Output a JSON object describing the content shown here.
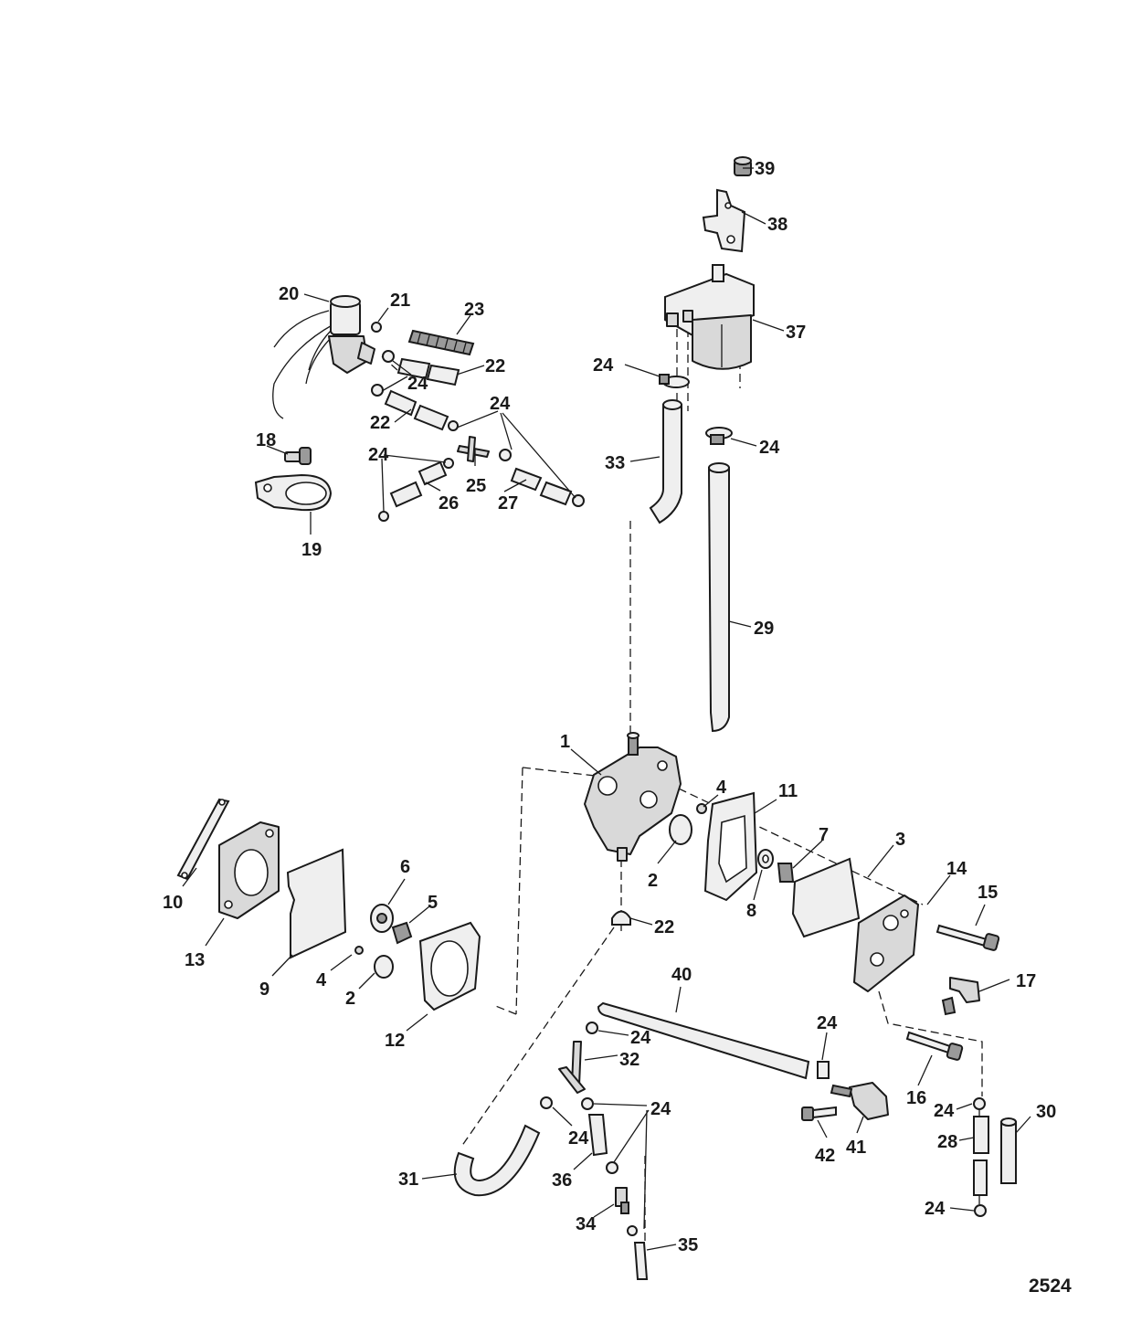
{
  "figure_number": "2524",
  "callouts": [
    {
      "id": "c39",
      "text": "39"
    },
    {
      "id": "c38",
      "text": "38"
    },
    {
      "id": "c37",
      "text": "37"
    },
    {
      "id": "c24a",
      "text": "24"
    },
    {
      "id": "c24b",
      "text": "24"
    },
    {
      "id": "c33",
      "text": "33"
    },
    {
      "id": "c29",
      "text": "29"
    },
    {
      "id": "c20",
      "text": "20"
    },
    {
      "id": "c21",
      "text": "21"
    },
    {
      "id": "c23",
      "text": "23"
    },
    {
      "id": "c22a",
      "text": "22"
    },
    {
      "id": "c24c",
      "text": "24"
    },
    {
      "id": "c22b",
      "text": "22"
    },
    {
      "id": "c24d",
      "text": "24"
    },
    {
      "id": "c18",
      "text": "18"
    },
    {
      "id": "c24e",
      "text": "24"
    },
    {
      "id": "c25",
      "text": "25"
    },
    {
      "id": "c26",
      "text": "26"
    },
    {
      "id": "c27",
      "text": "27"
    },
    {
      "id": "c19",
      "text": "19"
    },
    {
      "id": "c1",
      "text": "1"
    },
    {
      "id": "c4a",
      "text": "4"
    },
    {
      "id": "c11",
      "text": "11"
    },
    {
      "id": "c7",
      "text": "7"
    },
    {
      "id": "c3",
      "text": "3"
    },
    {
      "id": "c2a",
      "text": "2"
    },
    {
      "id": "c8",
      "text": "8"
    },
    {
      "id": "c14",
      "text": "14"
    },
    {
      "id": "c15",
      "text": "15"
    },
    {
      "id": "c10",
      "text": "10"
    },
    {
      "id": "c6",
      "text": "6"
    },
    {
      "id": "c5",
      "text": "5"
    },
    {
      "id": "c13",
      "text": "13"
    },
    {
      "id": "c9",
      "text": "9"
    },
    {
      "id": "c4b",
      "text": "4"
    },
    {
      "id": "c2b",
      "text": "2"
    },
    {
      "id": "c22c",
      "text": "22"
    },
    {
      "id": "c12",
      "text": "12"
    },
    {
      "id": "c17",
      "text": "17"
    },
    {
      "id": "c40",
      "text": "40"
    },
    {
      "id": "c24f",
      "text": "24"
    },
    {
      "id": "c24g",
      "text": "24"
    },
    {
      "id": "c32",
      "text": "32"
    },
    {
      "id": "c16",
      "text": "16"
    },
    {
      "id": "c24h",
      "text": "24"
    },
    {
      "id": "c30",
      "text": "30"
    },
    {
      "id": "c24i",
      "text": "24"
    },
    {
      "id": "c24j",
      "text": "24"
    },
    {
      "id": "c42",
      "text": "42"
    },
    {
      "id": "c41",
      "text": "41"
    },
    {
      "id": "c28",
      "text": "28"
    },
    {
      "id": "c31",
      "text": "31"
    },
    {
      "id": "c36",
      "text": "36"
    },
    {
      "id": "c24k",
      "text": "24"
    },
    {
      "id": "c34",
      "text": "34"
    },
    {
      "id": "c35",
      "text": "35"
    }
  ]
}
